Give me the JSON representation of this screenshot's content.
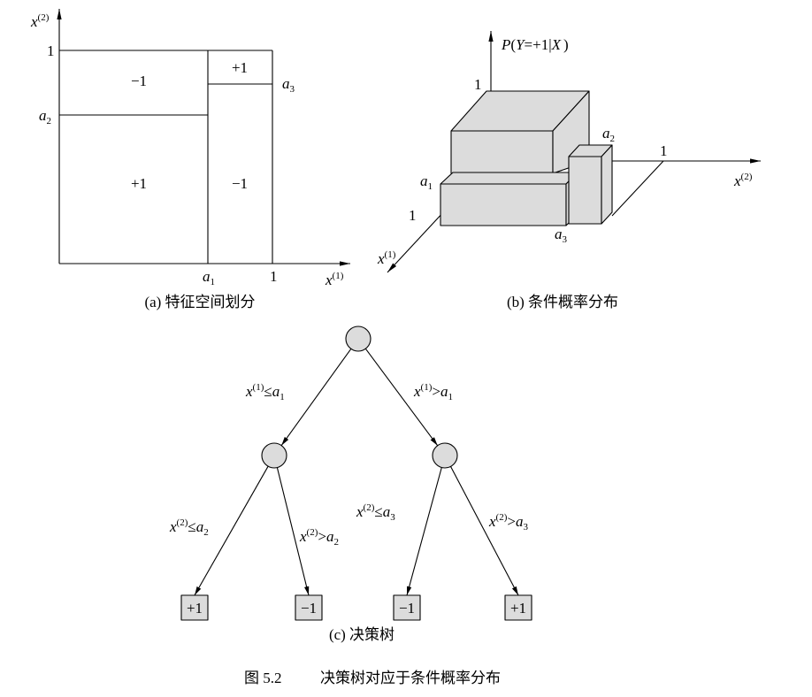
{
  "figure": {
    "number": "图 5.2",
    "title": "决策树对应于条件概率分布"
  },
  "panel_a": {
    "caption": "(a) 特征空间划分",
    "y_axis_label": {
      "var": "x",
      "sup": "(2)"
    },
    "x_axis_label": {
      "var": "x",
      "sup": "(1)"
    },
    "y_tick_1": "1",
    "y_tick_a2": {
      "var": "a",
      "sub": "2"
    },
    "right_tick_a3": {
      "var": "a",
      "sub": "3"
    },
    "x_tick_a1": {
      "var": "a",
      "sub": "1"
    },
    "x_tick_1": "1",
    "regions": {
      "upper_left": "−1",
      "upper_right": "+1",
      "lower_left": "+1",
      "lower_right": "−1"
    }
  },
  "panel_b": {
    "caption": "(b) 条件概率分布",
    "z_axis_label": {
      "p": "P",
      "open": "(",
      "y": "Y",
      "mid": "=+1|",
      "x": "X",
      "close": ")"
    },
    "z_tick_1": "1",
    "x2_axis_label": {
      "var": "x",
      "sup": "(2)"
    },
    "x2_tick_1": "1",
    "x1_axis_label": {
      "var": "x",
      "sup": "(1)"
    },
    "x1_tick_1": "1",
    "tick_a1": {
      "var": "a",
      "sub": "1"
    },
    "tick_a2": {
      "var": "a",
      "sub": "2"
    },
    "tick_a3": {
      "var": "a",
      "sub": "3"
    }
  },
  "tree": {
    "caption": "(c) 决策树",
    "edges": [
      {
        "var": "x",
        "sup": "(1)",
        "op": "≤",
        "rhs": "a",
        "sub": "1"
      },
      {
        "var": "x",
        "sup": "(1)",
        "op": ">",
        "rhs": "a",
        "sub": "1"
      },
      {
        "var": "x",
        "sup": "(2)",
        "op": "≤",
        "rhs": "a",
        "sub": "2"
      },
      {
        "var": "x",
        "sup": "(2)",
        "op": ">",
        "rhs": "a",
        "sub": "2"
      },
      {
        "var": "x",
        "sup": "(2)",
        "op": "≤",
        "rhs": "a",
        "sub": "3"
      },
      {
        "var": "x",
        "sup": "(2)",
        "op": ">",
        "rhs": "a",
        "sub": "3"
      }
    ],
    "leaves": [
      "+1",
      "−1",
      "−1",
      "+1"
    ]
  },
  "colors": {
    "fill": "#dcdcdc",
    "stroke": "#000000"
  }
}
